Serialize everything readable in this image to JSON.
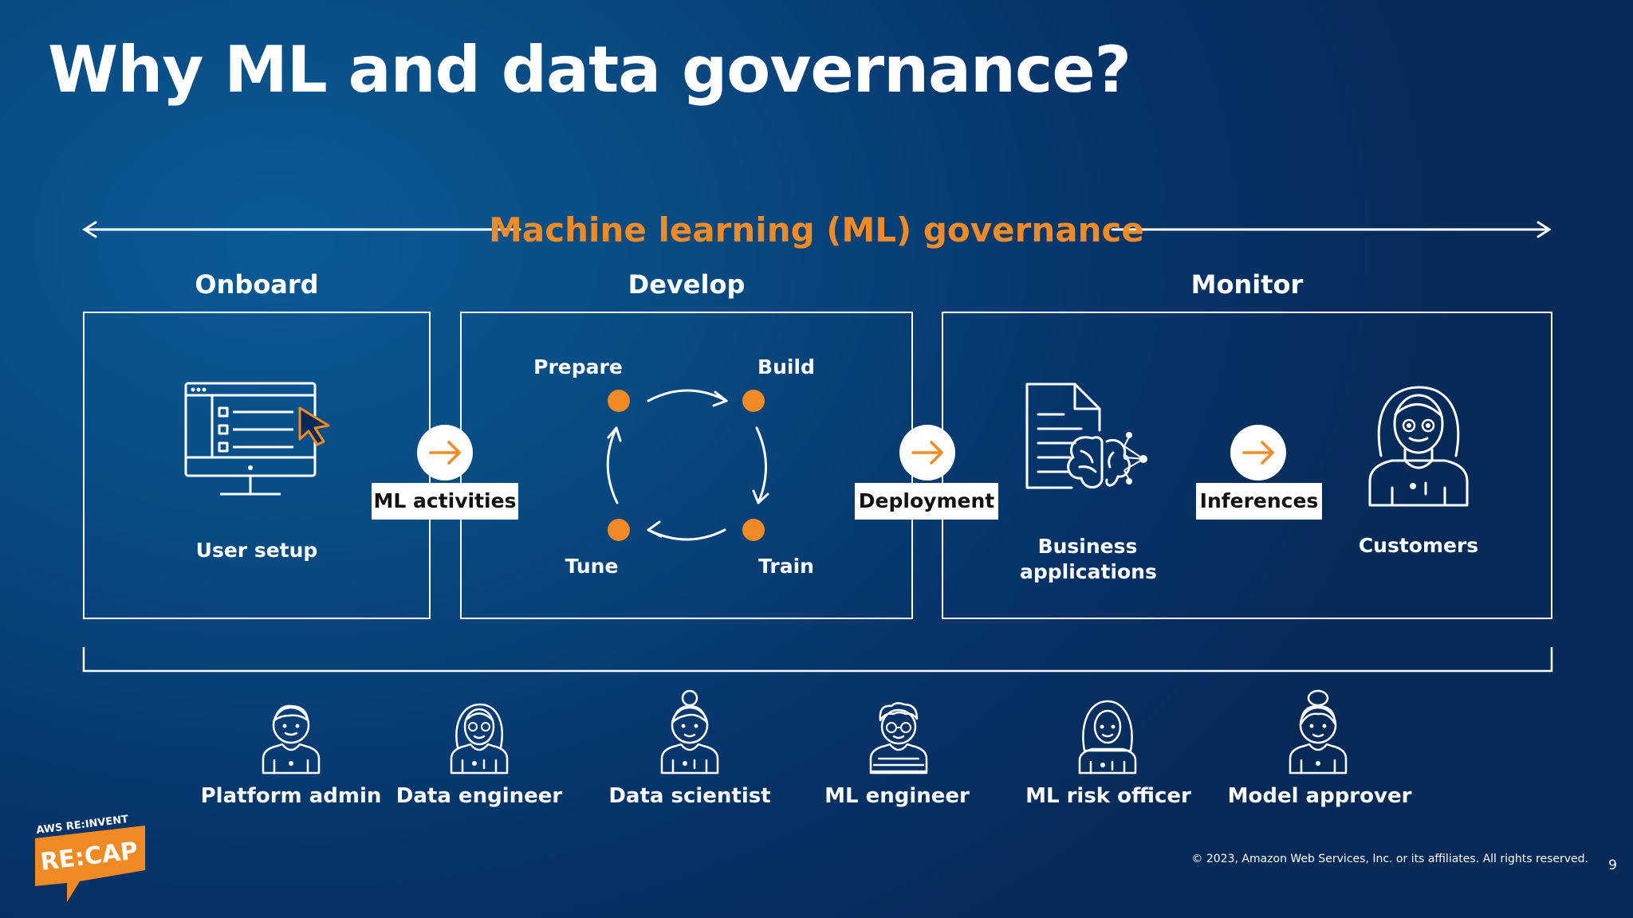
{
  "slide": {
    "title": "Why ML and data governance?",
    "governance_label": "Machine learning (ML) governance",
    "copyright": "© 2023, Amazon Web Services, Inc. or its affiliates. All rights reserved.",
    "page_number": "9"
  },
  "phases": {
    "onboard": {
      "title": "Onboard",
      "item": "User setup"
    },
    "develop": {
      "title": "Develop",
      "steps": [
        "Prepare",
        "Build",
        "Train",
        "Tune"
      ]
    },
    "monitor": {
      "title": "Monitor",
      "items": [
        "Business applications",
        "Customers"
      ]
    }
  },
  "connectors": [
    "ML activities",
    "Deployment",
    "Inferences"
  ],
  "roles": [
    "Platform admin",
    "Data engineer",
    "Data scientist",
    "ML engineer",
    "ML risk officer",
    "Model approver"
  ],
  "logo": {
    "top": "AWS RE:INVENT",
    "main": "RE:CAP"
  },
  "colors": {
    "accent": "#f08a24",
    "background": "#084a82",
    "text": "#ffffff"
  }
}
